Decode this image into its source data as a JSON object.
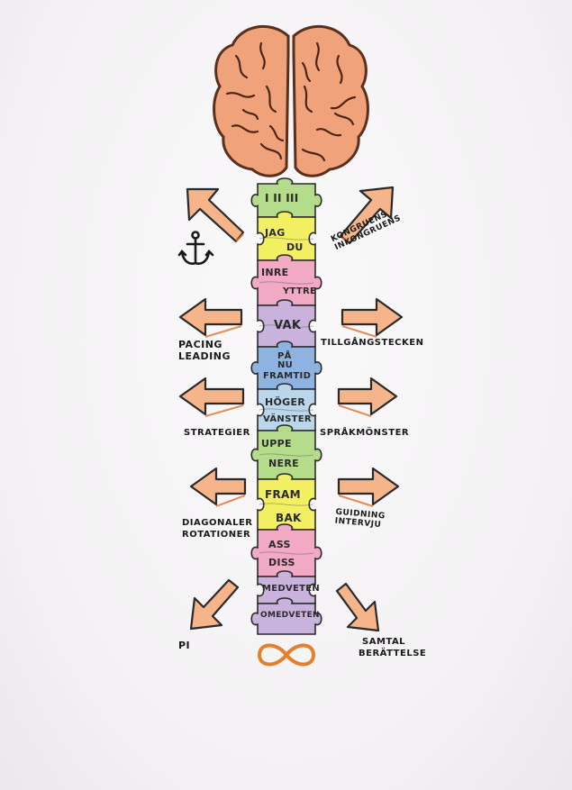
{
  "puzzle": [
    {
      "text": "I II III",
      "color": "#b5dc8a"
    },
    {
      "text": "JAG",
      "color": "#f3ef63"
    },
    {
      "text": "DU",
      "color": "#f3ef63"
    },
    {
      "text": "INRE",
      "color": "#f2a9c4"
    },
    {
      "text": "YTTRE",
      "color": "#f2a9c4"
    },
    {
      "text": "VAK",
      "color": "#c9b2dc"
    },
    {
      "text": "PÅ",
      "color": "#8fb3e0"
    },
    {
      "text": "NU",
      "color": "#8fb3e0"
    },
    {
      "text": "FRAMTID",
      "color": "#8fb3e0"
    },
    {
      "text": "HÖGER",
      "color": "#b9d6ea"
    },
    {
      "text": "VÄNSTER",
      "color": "#b9d6ea"
    },
    {
      "text": "UPPE",
      "color": "#b5dc8a"
    },
    {
      "text": "NERE",
      "color": "#b5dc8a"
    },
    {
      "text": "FRAM",
      "color": "#f3ef63"
    },
    {
      "text": "BAK",
      "color": "#f3ef63"
    },
    {
      "text": "ASS",
      "color": "#f2a9c4"
    },
    {
      "text": "DISS",
      "color": "#f2a9c4"
    },
    {
      "text": "MEDVETEN",
      "color": "#c9b2dc"
    },
    {
      "text": "OMEDVETEN",
      "color": "#c9b2dc"
    }
  ],
  "labels": {
    "kongruens": "KONGRUENS",
    "inkongruens": "INKONGRUENS",
    "pacing": "PACING",
    "leading": "LEADING",
    "tillgangstecken": "TILLGÅNGSTECKEN",
    "strategier": "STRATEGIER",
    "sprakmonster": "SPRÅKMÖNSTER",
    "diagonaler": "DIAGONALER",
    "rotationer": "ROTATIONER",
    "guidning": "GUIDNING",
    "intervju": "INTERVJU",
    "pi": "PI",
    "samtal": "SAMTAL",
    "berattelse": "BERÄTTELSE"
  },
  "icons": [
    "brain-icon",
    "anchor-icon",
    "infinity-icon",
    "arrow-icon"
  ],
  "colors": {
    "brain_fill": "#f0a37a",
    "brain_outline": "#5a2f1c",
    "arrow_fill": "#f6b48a",
    "arrow_outline": "#2a2a2a",
    "arrow_shadow": "#e0702a"
  }
}
